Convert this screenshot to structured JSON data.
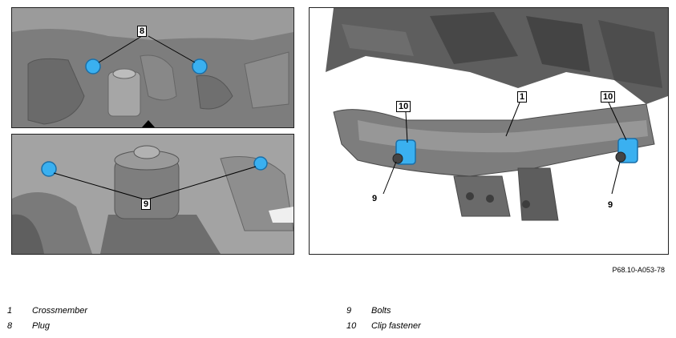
{
  "figure": {
    "reference": "P68.10-A053-78",
    "callouts": {
      "top_left": "8",
      "bottom_left": "9",
      "right_crossmember": "1",
      "right_clip_left": "10",
      "right_clip_right": "10",
      "right_bolt_left": "9",
      "right_bolt_right": "9"
    }
  },
  "legend": [
    {
      "num": "1",
      "text": "Crossmember"
    },
    {
      "num": "8",
      "text": "Plug"
    },
    {
      "num": "9",
      "text": "Bolts"
    },
    {
      "num": "10",
      "text": "Clip fastener"
    }
  ],
  "colors": {
    "part_highlight": "#3ab0f0",
    "metal_gray": "#8a8a8a"
  }
}
